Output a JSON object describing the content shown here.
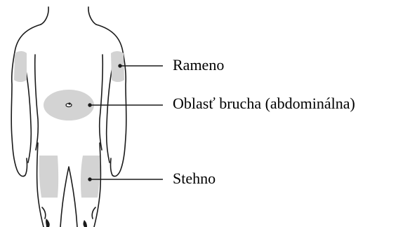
{
  "labels": {
    "shoulder": "Rameno",
    "abdomen": "Oblasť brucha (abdominálna)",
    "thigh": "Stehno"
  },
  "colors": {
    "outline": "#1a1a1a",
    "injection_area": "#d3d3d3",
    "background": "#ffffff"
  },
  "icons": {
    "body": "human-body-front-outline"
  }
}
